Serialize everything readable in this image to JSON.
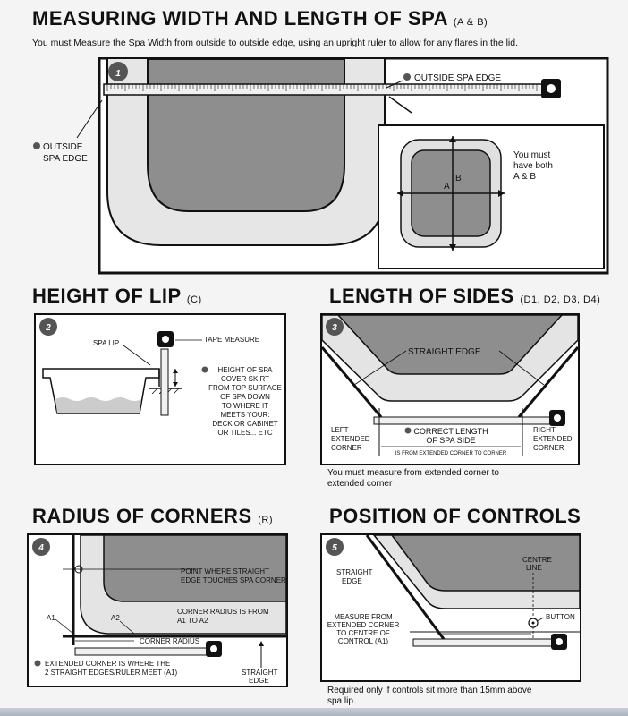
{
  "section1": {
    "title": "MEASURING WIDTH AND LENGTH OF SPA",
    "title_sub": "(A & B)",
    "intro": "You must Measure the Spa Width from outside to outside edge, using an upright ruler to allow for any flares in the lid.",
    "step": "1",
    "outside_edge_right": "OUTSIDE SPA EDGE",
    "outside_edge_left_1": "OUTSIDE",
    "outside_edge_left_2": "SPA EDGE",
    "label_a": "A",
    "label_b": "B",
    "must_1": "You must",
    "must_2": "have both",
    "must_3": "A & B"
  },
  "section2": {
    "title": "HEIGHT OF LIP",
    "title_sub": "(C)",
    "step": "2",
    "spa_lip": "SPA LIP",
    "tape_measure": "TAPE MEASURE",
    "height_lines": [
      "HEIGHT OF SPA",
      "COVER SKIRT",
      "FROM TOP SURFACE",
      "OF SPA DOWN",
      "TO WHERE IT",
      "MEETS YOUR:",
      "DECK OR CABINET",
      "OR TILES... ETC"
    ]
  },
  "section3": {
    "title": "LENGTH OF SIDES",
    "title_sub": "(D1, D2, D3, D4)",
    "step": "3",
    "straight_edge": "STRAIGHT EDGE",
    "left_corner": [
      "LEFT",
      "EXTENDED",
      "CORNER"
    ],
    "right_corner": [
      "RIGHT",
      "EXTENDED",
      "CORNER"
    ],
    "correct_length_1": "CORRECT LENGTH",
    "correct_length_2": "OF SPA SIDE",
    "corner_to_corner": "IS FROM EXTENDED CORNER TO CORNER",
    "note_1": "You must measure from extended corner to",
    "note_2": "extended corner"
  },
  "section4": {
    "title": "RADIUS OF CORNERS",
    "title_sub": "(R)",
    "step": "4",
    "point_1": "POINT WHERE STRAIGHT",
    "point_2": "EDGE TOUCHES SPA CORNER",
    "radius_1": "CORNER RADIUS IS FROM",
    "radius_2": "A1 TO A2",
    "a1": "A1",
    "a2": "A2",
    "corner_radius": "CORNER RADIUS",
    "extended_1": "EXTENDED CORNER IS WHERE THE",
    "extended_2": "2 STRAIGHT EDGES/RULER MEET (A1)",
    "straight_1": "STRAIGHT",
    "straight_2": "EDGE"
  },
  "section5": {
    "title": "POSITION OF CONTROLS",
    "step": "5",
    "straight_1": "STRAIGHT",
    "straight_2": "EDGE",
    "centre_1": "CENTRE",
    "centre_2": "LINE",
    "button": "BUTTON",
    "measure_lines": [
      "MEASURE FROM",
      "EXTENDED CORNER",
      "TO CENTRE OF",
      "CONTROL (A1)"
    ],
    "note_1": "Required only if controls sit more than 15mm above",
    "note_2": "spa lip."
  }
}
